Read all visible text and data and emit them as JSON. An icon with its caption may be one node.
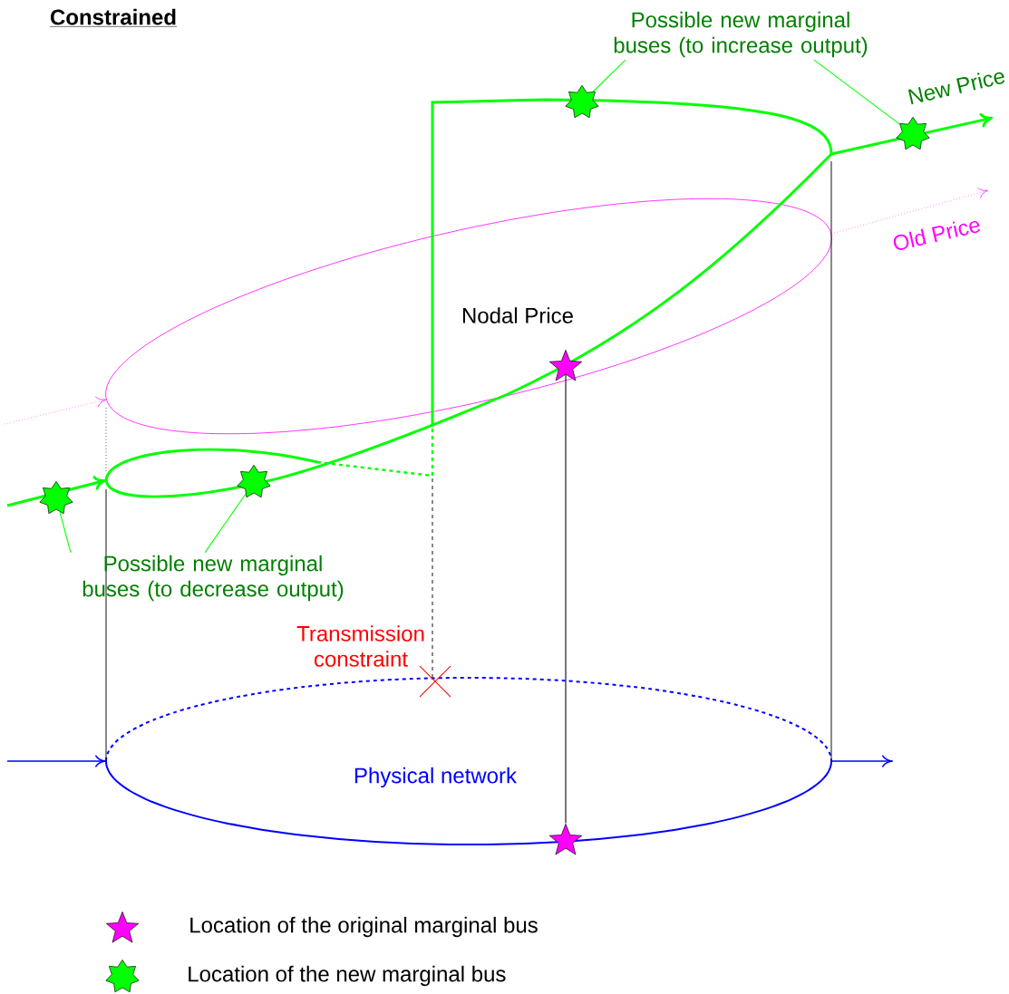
{
  "diagram": {
    "nodes": [
      {
        "text": [
          "Possible new marginal buses (to increase output)"
        ]
      },
      {
        "text": [],
        "shape": "star"
      },
      {
        "text": [],
        "shape": "star"
      },
      {
        "text": [
          "Possible new marginal buses (to decrease output)"
        ]
      },
      {
        "text": [],
        "shape": "star"
      },
      {
        "text": [],
        "shape": "star"
      },
      {
        "text": [],
        "shape": "star"
      },
      {
        "text": [],
        "shape": "star"
      }
    ],
    "edges": [
      {
        "from": 0,
        "to": 1,
        "arrow": "none"
      },
      {
        "from": 0,
        "to": 2,
        "arrow": "none"
      },
      {
        "from": 3,
        "to": 4,
        "arrow": "none"
      },
      {
        "from": 3,
        "to": 5,
        "arrow": "none"
      },
      {
        "from": 6,
        "to": 7,
        "arrow": "none",
        "color": "#000000"
      }
    ],
    "labels": [
      "Constrained",
      "New Price",
      "Old Price",
      "Nodal Price",
      "Transmission constraint",
      "Physical network"
    ],
    "legend": [
      {
        "text": "Location of the original marginal bus"
      },
      {
        "text": "Location of the new marginal bus"
      }
    ]
  }
}
